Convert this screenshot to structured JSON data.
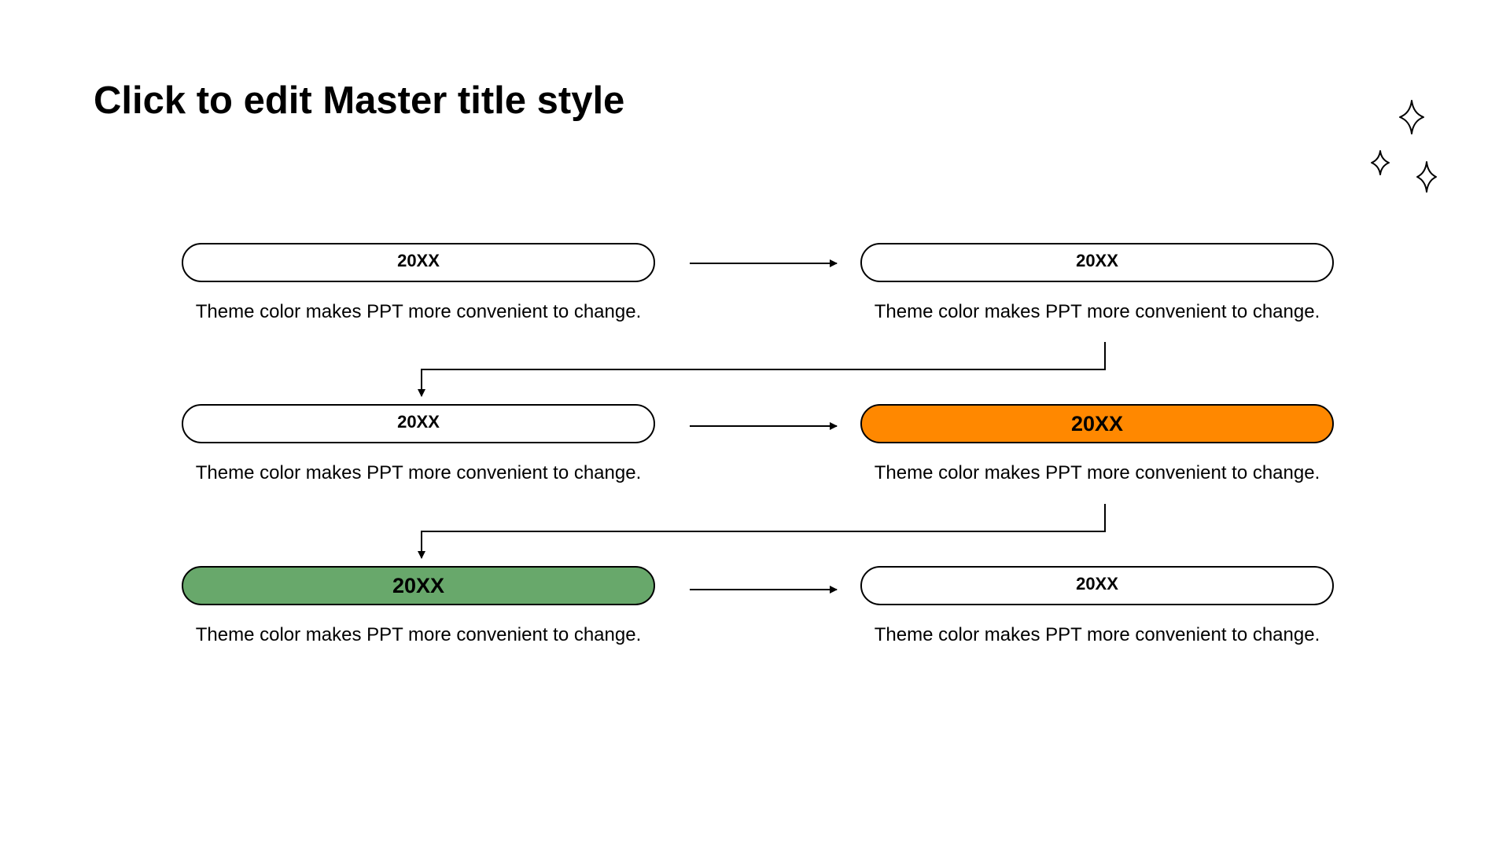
{
  "slide": {
    "title": "Click to edit Master title style"
  },
  "colors": {
    "highlight_orange": "#FF8800",
    "highlight_green": "#68A86B",
    "stroke": "#000000"
  },
  "steps": [
    {
      "label": "20XX",
      "description": "Theme color makes PPT more convenient to change.",
      "highlight": "none"
    },
    {
      "label": "20XX",
      "description": "Theme color makes PPT more convenient to change.",
      "highlight": "none"
    },
    {
      "label": "20XX",
      "description": "Theme color makes PPT more convenient to change.",
      "highlight": "none"
    },
    {
      "label": "20XX",
      "description": "Theme color makes PPT more convenient to change.",
      "highlight": "orange"
    },
    {
      "label": "20XX",
      "description": "Theme color makes PPT more convenient to change.",
      "highlight": "green"
    },
    {
      "label": "20XX",
      "description": "Theme color makes PPT more convenient to change.",
      "highlight": "none"
    }
  ],
  "decorations": {
    "icon": "sparkle-stars-icon"
  }
}
